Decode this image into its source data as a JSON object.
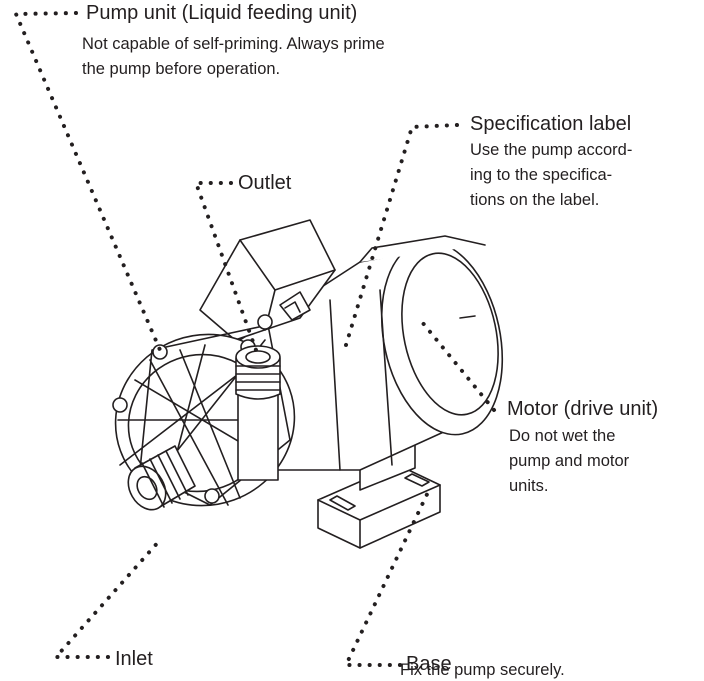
{
  "colors": {
    "ink": "#231f20",
    "background": "#ffffff"
  },
  "labels": {
    "pump_unit": {
      "title": "Pump unit (Liquid feeding unit)",
      "lines": [
        "Not capable of self-priming. Always prime",
        "the pump before operation."
      ]
    },
    "specification_label": {
      "title": "Specification label",
      "lines": [
        "Use the pump accord-",
        "ing to the specifica-",
        "tions on the label."
      ]
    },
    "outlet": {
      "title": "Outlet"
    },
    "motor": {
      "title": "Motor (drive unit)",
      "lines": [
        "Do not wet the",
        "pump and motor",
        "units."
      ]
    },
    "base": {
      "title": "Base",
      "lines": [
        "Fix the pump securely."
      ]
    },
    "inlet": {
      "title": "Inlet"
    }
  }
}
